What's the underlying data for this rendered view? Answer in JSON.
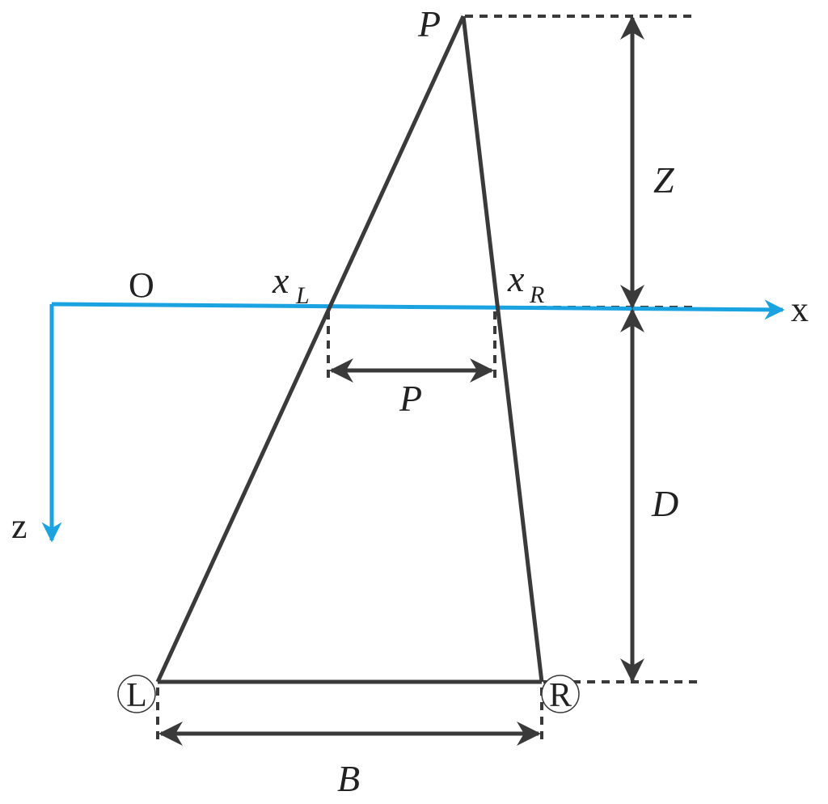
{
  "colors": {
    "line": "#3a3a3a",
    "axis": "#1aa3e0",
    "text": "#222222"
  },
  "labels": {
    "point": "P",
    "origin": "O",
    "x_axis": "x",
    "z_axis": "z",
    "xl_main": "x",
    "xl_sub": "L",
    "xr_main": "x",
    "xr_sub": "R",
    "parallax": "P",
    "height_z": "Z",
    "distance_d": "D",
    "baseline_b": "B",
    "camera_left": "L",
    "camera_right": "R"
  }
}
